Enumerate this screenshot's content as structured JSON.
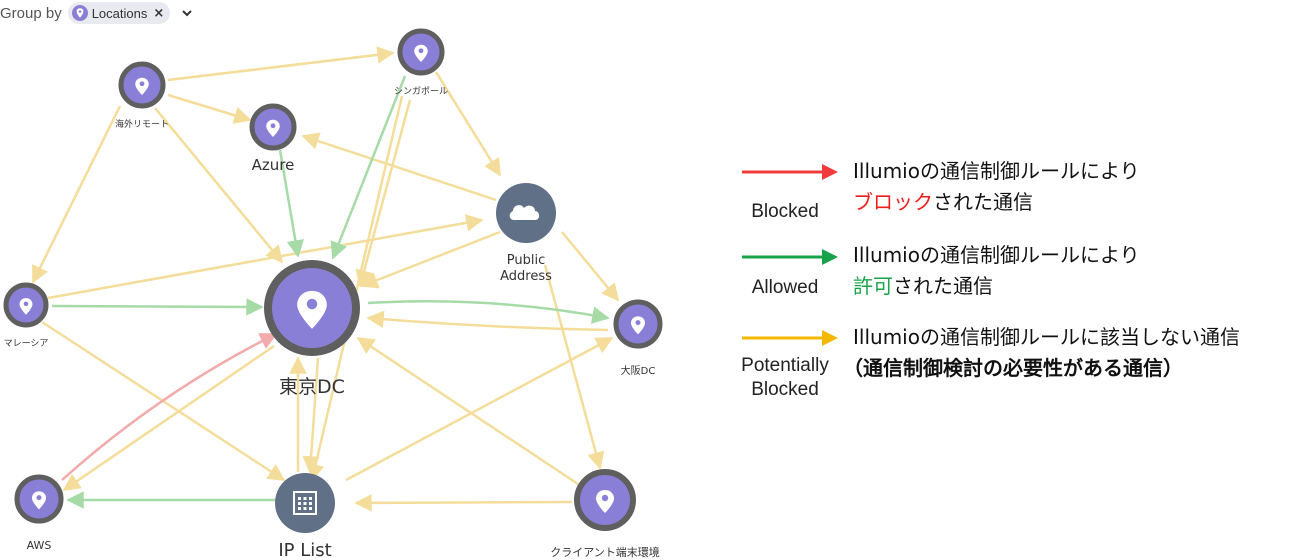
{
  "toolbar": {
    "group_by_label": "Group by",
    "chip_label": "Locations",
    "chip_close": "×"
  },
  "colors": {
    "blocked": "#f03c3c",
    "allowed": "#17a34a",
    "potential": "#f5b800",
    "node_fill": "#8a7fd6",
    "node_ring": "#5f5f5f",
    "special_fill": "#5f7087",
    "edge_potential": "#f4dd9a",
    "edge_allowed": "#a6dba8",
    "edge_blocked": "#f2aaaa"
  },
  "nodes": {
    "kaigai": {
      "label": "海外リモート",
      "icon": "location-pin-icon"
    },
    "singapore": {
      "label": "シンガポール",
      "icon": "location-pin-icon"
    },
    "azure": {
      "label": "Azure",
      "icon": "location-pin-icon"
    },
    "public": {
      "label1": "Public",
      "label2": "Address",
      "icon": "cloud-icon"
    },
    "malaysia": {
      "label": "マレーシア",
      "icon": "location-pin-icon"
    },
    "tokyo": {
      "label": "東京DC",
      "icon": "location-pin-icon"
    },
    "osaka": {
      "label": "大阪DC",
      "icon": "location-pin-icon"
    },
    "aws": {
      "label": "AWS",
      "icon": "location-pin-icon"
    },
    "iplist": {
      "label": "IP List",
      "icon": "grid-list-icon"
    },
    "client": {
      "label": "クライアント端末環境",
      "icon": "location-pin-icon"
    }
  },
  "legend": {
    "blocked": {
      "key": "Blocked",
      "line1": "Illumioの通信制御ルールにより",
      "line2_highlight": "ブロック",
      "line2_rest": "された通信"
    },
    "allowed": {
      "key": "Allowed",
      "line1": "Illumioの通信制御ルールにより",
      "line2_highlight": "許可",
      "line2_rest": "された通信"
    },
    "potential": {
      "key1": "Potentially",
      "key2": "Blocked",
      "line1": "Illumioの通信制御ルールに該当しない通信",
      "line2": "（通信制御検討の必要性がある通信）"
    }
  }
}
